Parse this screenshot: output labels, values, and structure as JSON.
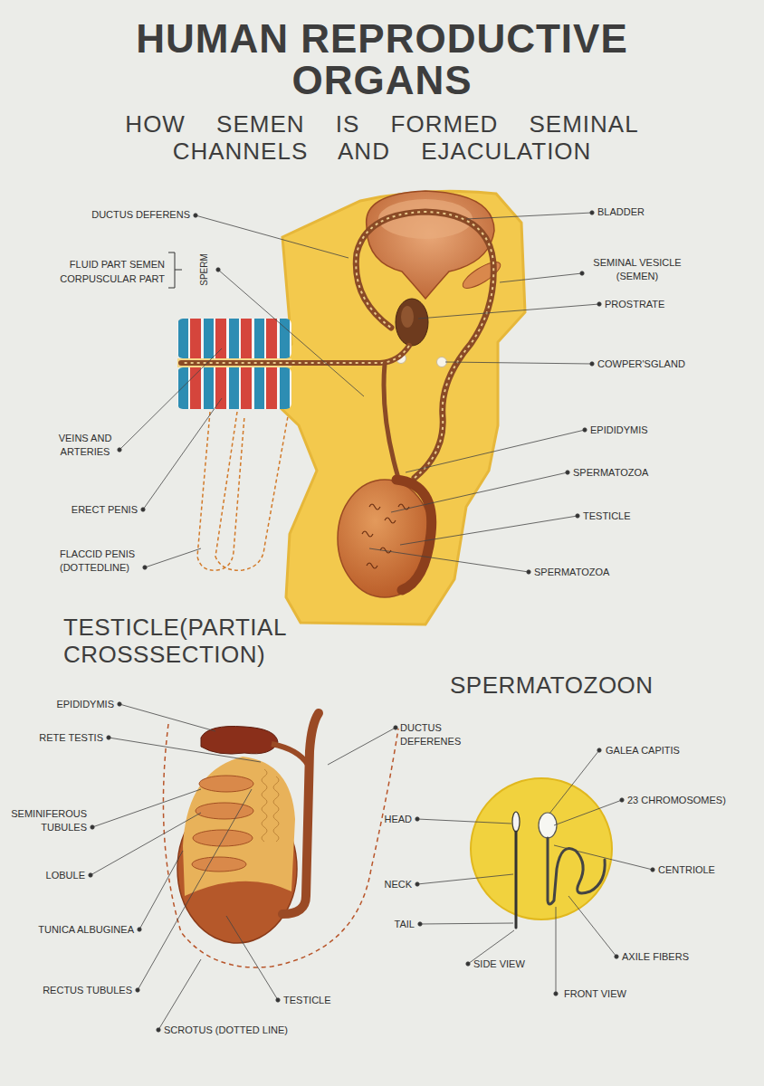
{
  "diagram": {
    "title": "HUMAN REPRODUCTIVE ORGANS",
    "labels": [
      "HOW SEMEN IS FORMED SEMINAL CHANNELS AND EJACULATION",
      "DUCTUS DEFERENS",
      "BLADDER",
      "FLUID PART SEMEN",
      "CORPUSCULAR PART",
      "SPERM",
      "SEMINAL VESICLE (SEMEN)",
      "PROSTRATE",
      "COWPER'SGLAND",
      "EPIDIDYMIS",
      "SPERMATOZOA",
      "TESTICLE",
      "SPERMATOZOA",
      "VEINS AND ARTERIES",
      "ERECT PENIS",
      "FLACCID PENIS (DOTTEDLINE)",
      "TESTICLE(PARTIAL CROSSSECTION)",
      "SPERMATOZOON",
      "EPIDIDYMIS",
      "RETE TESTIS",
      "SEMINIFEROUS TUBULES",
      "LOBULE",
      "TUNICA ALBUGINEA",
      "RECTUS TUBULES",
      "SCROTUS (DOTTED LINE)",
      "TESTICLE",
      "DUCTUS DEFERENES",
      "HEAD",
      "NECK",
      "TAIL",
      "SIDE VIEW",
      "FRONT VIEW",
      "GALEA CAPITIS",
      "23 CHROMOSOMES)",
      "CENTRIOLE",
      "AXILE FIBERS"
    ]
  }
}
